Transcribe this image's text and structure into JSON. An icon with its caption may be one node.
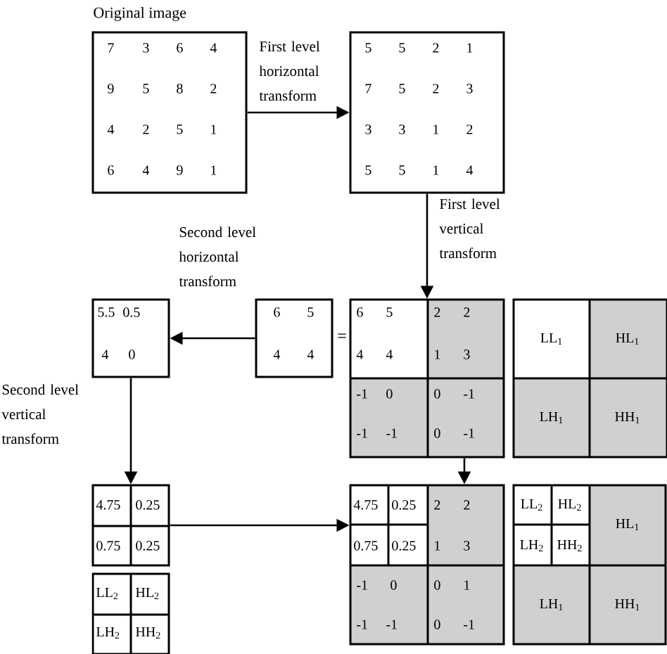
{
  "diagram": {
    "nodes": [
      {
        "text": [
          "Original image",
          "7",
          "3",
          "6",
          "4",
          "9",
          "5",
          "8",
          "2",
          "4",
          "2",
          "5",
          "1",
          "6",
          "4",
          "9",
          "1"
        ]
      },
      {
        "text": [
          "5",
          "5",
          "2",
          "1",
          "7",
          "5",
          "2",
          "3",
          "3",
          "3",
          "1",
          "2",
          "5",
          "5",
          "1",
          "4"
        ]
      },
      {
        "text": [
          "6",
          "5",
          "4",
          "4"
        ]
      },
      {
        "text": [
          "5.5",
          "0.5",
          "4",
          "0"
        ]
      },
      {
        "text": [
          "6",
          "5",
          "2",
          "2",
          "4",
          "4",
          "1",
          "3",
          "-1",
          "0",
          "0",
          "-1",
          "-1",
          "-1",
          "0",
          "-1"
        ]
      },
      {
        "text": [
          "4.75",
          "0.25",
          "0.75",
          "0.25"
        ]
      },
      {
        "text": [
          "LL$_{2}$",
          "HL$_{2}$",
          "LH$_{2}$",
          "HH$_{2}$"
        ]
      },
      {
        "text": [
          "4.75",
          "0.25",
          "2",
          "2",
          "0.75",
          "0.25",
          "1",
          "3",
          "-1",
          "0",
          "0",
          "1",
          "-1",
          "-1",
          "0",
          "-1"
        ]
      },
      {
        "text": [
          "LL$_{1}$",
          "HL$_{1}$",
          "LH$_{1}$",
          "HH$_{1}$"
        ]
      },
      {
        "text": [
          "LL$_{2}$",
          "HL$_{2}$",
          "LH$_{2}$",
          "HH$_{2}$",
          "HL$_{1}$",
          "LH$_{1}$",
          "HH$_{1}$"
        ]
      }
    ],
    "edges": [
      {
        "from": 0,
        "to": 1,
        "arrow": "to",
        "label": "First level horizontal transform"
      },
      {
        "from": 1,
        "to": 4,
        "arrow": "to",
        "label": "First level vertical transform"
      },
      {
        "from": 2,
        "to": 3,
        "arrow": "to",
        "label": "Second level horizontal transform"
      },
      {
        "from": 3,
        "to": 5,
        "arrow": "to",
        "label": "Second level vertical transform"
      },
      {
        "from": 5,
        "to": 7,
        "arrow": "to"
      },
      {
        "from": 4,
        "to": 7,
        "arrow": "to"
      }
    ],
    "labels": [
      "="
    ]
  }
}
